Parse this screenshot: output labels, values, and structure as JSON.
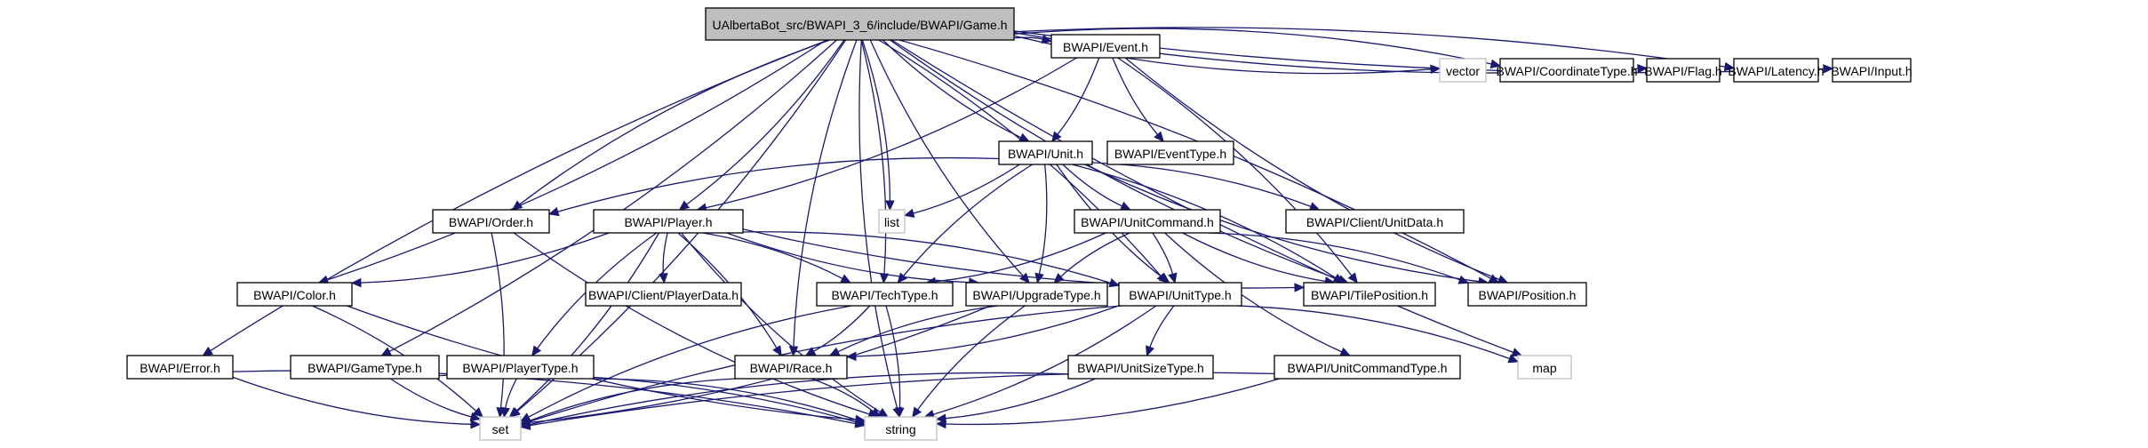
{
  "diagram": {
    "title": "UAlbertaBot_src/BWAPI_3_6/include/BWAPI/Game.h",
    "type": "include dependency graph",
    "colors": {
      "edge": "#191970",
      "root_fill": "#bfbfbf",
      "node_border": "#000000",
      "system_border": "#bfbfbf"
    },
    "nodes": [
      {
        "id": "game",
        "label": "UAlbertaBot_src/BWAPI_3_6/include/BWAPI/Game.h",
        "kind": "root"
      },
      {
        "id": "event",
        "label": "BWAPI/Event.h",
        "kind": "local"
      },
      {
        "id": "vector",
        "label": "vector",
        "kind": "system"
      },
      {
        "id": "coordtype",
        "label": "BWAPI/CoordinateType.h",
        "kind": "local"
      },
      {
        "id": "flag",
        "label": "BWAPI/Flag.h",
        "kind": "local"
      },
      {
        "id": "latency",
        "label": "BWAPI/Latency.h",
        "kind": "local"
      },
      {
        "id": "input",
        "label": "BWAPI/Input.h",
        "kind": "local"
      },
      {
        "id": "unit",
        "label": "BWAPI/Unit.h",
        "kind": "local"
      },
      {
        "id": "eventtype",
        "label": "BWAPI/EventType.h",
        "kind": "local"
      },
      {
        "id": "order",
        "label": "BWAPI/Order.h",
        "kind": "local"
      },
      {
        "id": "player",
        "label": "BWAPI/Player.h",
        "kind": "local"
      },
      {
        "id": "list",
        "label": "list",
        "kind": "system"
      },
      {
        "id": "unitcommand",
        "label": "BWAPI/UnitCommand.h",
        "kind": "local"
      },
      {
        "id": "unitdata",
        "label": "BWAPI/Client/UnitData.h",
        "kind": "local"
      },
      {
        "id": "color",
        "label": "BWAPI/Color.h",
        "kind": "local"
      },
      {
        "id": "playerdata",
        "label": "BWAPI/Client/PlayerData.h",
        "kind": "local"
      },
      {
        "id": "techtype",
        "label": "BWAPI/TechType.h",
        "kind": "local"
      },
      {
        "id": "upgradetype",
        "label": "BWAPI/UpgradeType.h",
        "kind": "local"
      },
      {
        "id": "unittype",
        "label": "BWAPI/UnitType.h",
        "kind": "local"
      },
      {
        "id": "tileposition",
        "label": "BWAPI/TilePosition.h",
        "kind": "local"
      },
      {
        "id": "position",
        "label": "BWAPI/Position.h",
        "kind": "local"
      },
      {
        "id": "error",
        "label": "BWAPI/Error.h",
        "kind": "local"
      },
      {
        "id": "gametype",
        "label": "BWAPI/GameType.h",
        "kind": "local"
      },
      {
        "id": "playertype",
        "label": "BWAPI/PlayerType.h",
        "kind": "local"
      },
      {
        "id": "race",
        "label": "BWAPI/Race.h",
        "kind": "local"
      },
      {
        "id": "unitsizetype",
        "label": "BWAPI/UnitSizeType.h",
        "kind": "local"
      },
      {
        "id": "unitcommandtype",
        "label": "BWAPI/UnitCommandType.h",
        "kind": "local"
      },
      {
        "id": "map",
        "label": "map",
        "kind": "system"
      },
      {
        "id": "set",
        "label": "set",
        "kind": "system"
      },
      {
        "id": "string",
        "label": "string",
        "kind": "system"
      }
    ],
    "edges": [
      [
        "game",
        "event"
      ],
      [
        "game",
        "vector"
      ],
      [
        "game",
        "coordtype"
      ],
      [
        "game",
        "flag"
      ],
      [
        "game",
        "latency"
      ],
      [
        "game",
        "input"
      ],
      [
        "game",
        "list"
      ],
      [
        "game",
        "order"
      ],
      [
        "game",
        "color"
      ],
      [
        "game",
        "error"
      ],
      [
        "game",
        "gametype"
      ],
      [
        "game",
        "race"
      ],
      [
        "game",
        "techtype"
      ],
      [
        "game",
        "upgradetype"
      ],
      [
        "game",
        "unittype"
      ],
      [
        "game",
        "tileposition"
      ],
      [
        "game",
        "position"
      ],
      [
        "game",
        "map"
      ],
      [
        "game",
        "set"
      ],
      [
        "game",
        "string"
      ],
      [
        "game",
        "player"
      ],
      [
        "game",
        "unit"
      ],
      [
        "event",
        "unit"
      ],
      [
        "event",
        "eventtype"
      ],
      [
        "event",
        "player"
      ],
      [
        "event",
        "position"
      ],
      [
        "event",
        "tileposition"
      ],
      [
        "unit",
        "order"
      ],
      [
        "unit",
        "list"
      ],
      [
        "unit",
        "unitcommand"
      ],
      [
        "unit",
        "unitdata"
      ],
      [
        "unit",
        "techtype"
      ],
      [
        "unit",
        "upgradetype"
      ],
      [
        "unit",
        "unittype"
      ],
      [
        "unit",
        "tileposition"
      ],
      [
        "unit",
        "position"
      ],
      [
        "player",
        "color"
      ],
      [
        "player",
        "playerdata"
      ],
      [
        "player",
        "techtype"
      ],
      [
        "player",
        "upgradetype"
      ],
      [
        "player",
        "unittype"
      ],
      [
        "player",
        "tileposition"
      ],
      [
        "player",
        "race"
      ],
      [
        "player",
        "playertype"
      ],
      [
        "player",
        "set"
      ],
      [
        "player",
        "string"
      ],
      [
        "order",
        "set"
      ],
      [
        "order",
        "string"
      ],
      [
        "unitcommand",
        "techtype"
      ],
      [
        "unitcommand",
        "upgradetype"
      ],
      [
        "unitcommand",
        "unittype"
      ],
      [
        "unitcommand",
        "tileposition"
      ],
      [
        "unitcommand",
        "position"
      ],
      [
        "unitcommand",
        "unitcommandtype"
      ],
      [
        "color",
        "set"
      ],
      [
        "color",
        "string"
      ],
      [
        "techtype",
        "race"
      ],
      [
        "techtype",
        "set"
      ],
      [
        "techtype",
        "string"
      ],
      [
        "upgradetype",
        "race"
      ],
      [
        "upgradetype",
        "set"
      ],
      [
        "upgradetype",
        "string"
      ],
      [
        "unittype",
        "race"
      ],
      [
        "unittype",
        "unitsizetype"
      ],
      [
        "unittype",
        "map"
      ],
      [
        "unittype",
        "set"
      ],
      [
        "unittype",
        "string"
      ],
      [
        "error",
        "set"
      ],
      [
        "error",
        "string"
      ],
      [
        "gametype",
        "set"
      ],
      [
        "gametype",
        "string"
      ],
      [
        "playertype",
        "set"
      ],
      [
        "playertype",
        "string"
      ],
      [
        "race",
        "set"
      ],
      [
        "race",
        "string"
      ],
      [
        "unitsizetype",
        "set"
      ],
      [
        "unitsizetype",
        "string"
      ],
      [
        "unitcommandtype",
        "set"
      ],
      [
        "unitcommandtype",
        "string"
      ]
    ]
  }
}
